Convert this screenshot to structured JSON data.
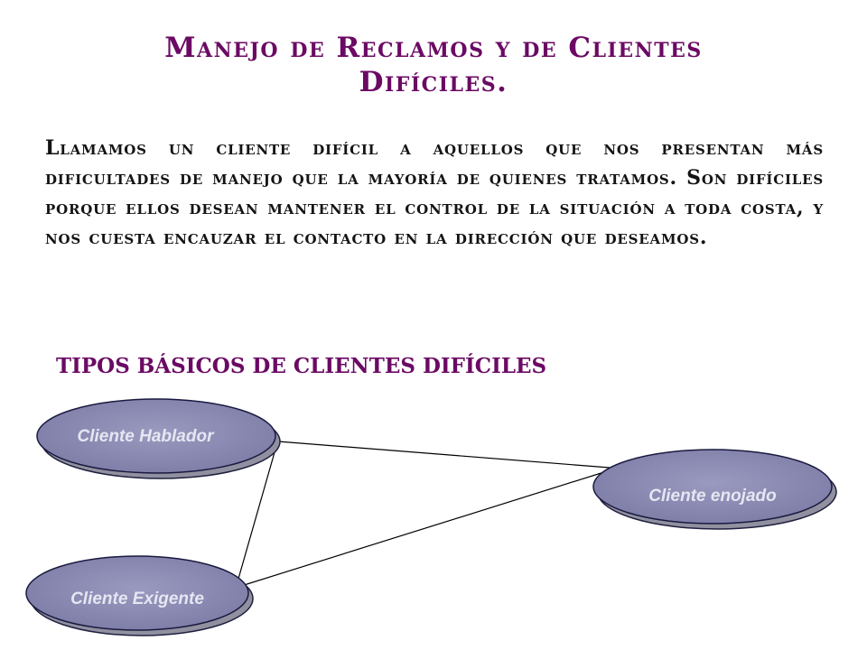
{
  "title": {
    "line1": "Manejo de Reclamos y de Clientes",
    "line2": "Difíciles."
  },
  "paragraph": "Llamamos un cliente difícil a aquellos que nos presentan más dificultades de manejo que la mayoría de quienes tratamos. Son difíciles porque ellos desean mantener el control de la situación a toda costa, y nos cuesta encauzar el contacto en la dirección que deseamos.",
  "subtitle": "TIPOS BÁSICOS DE CLIENTES DIFÍCILES",
  "nodes": {
    "hablador": "Cliente Hablador",
    "enojado": "Cliente enojado",
    "exigente": "Cliente Exigente"
  },
  "colors": {
    "accent": "#6b0a64",
    "node_fill": "#8a8ab0",
    "node_stroke": "#1a1a40",
    "node_text": "#e6e6f2"
  }
}
